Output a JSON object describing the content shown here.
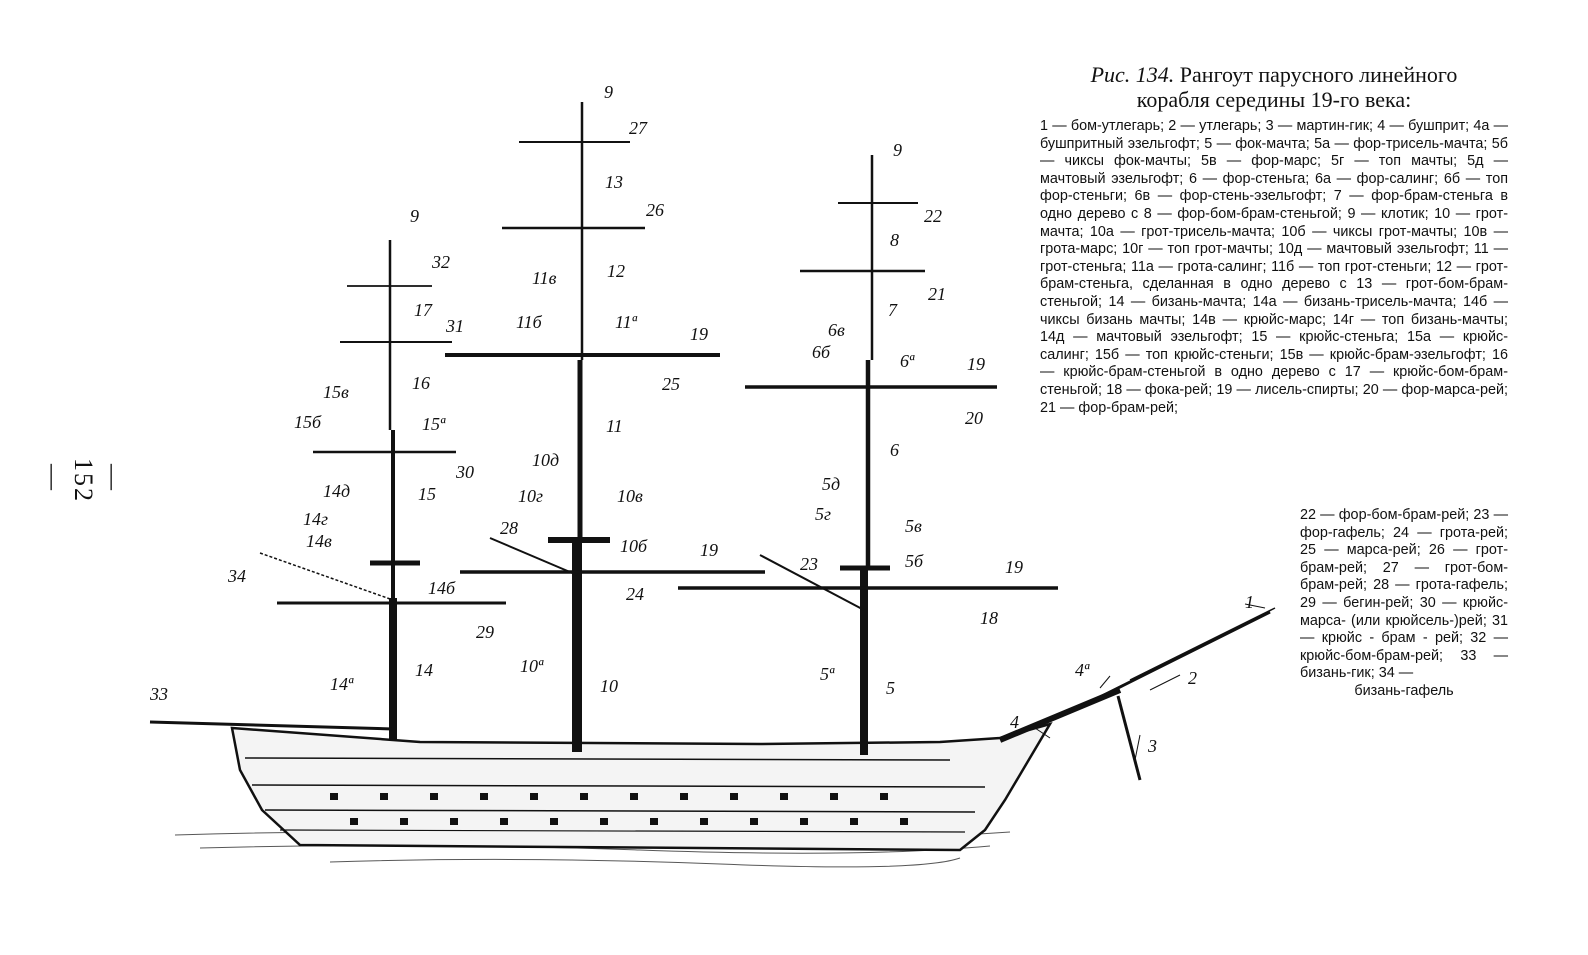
{
  "page": {
    "number": "— 152 —"
  },
  "caption": {
    "prefix": "Рис. 134.",
    "title_line1": "Рангоут парусного линейного",
    "title_line2": "корабля середины 19-го века:",
    "legend_main": "1 — бом-утлегарь; 2 — утлегарь; 3 — мартин-гик; 4 — бушприт; 4а — бушпритный эзельгофт; 5 — фок-мачта; 5а — фор-трисель-мачта; 5б — чиксы фок-мачты; 5в — фор-марс; 5г — топ мачты; 5д — мачтовый эзельгофт; 6 — фор-стеньга; 6а — фор-салинг; 6б — топ фор-стеньги; 6в — фор-стень-эзельгофт; 7 — фор-брам-стеньга в одно дерево с 8 — фор-бом-брам-стеньгой; 9 — клотик; 10 — грот-мачта; 10а — грот-трисель-мачта; 10б — чиксы грот-мачты; 10в — грота-марс; 10г — топ грот-мачты; 10д — мачтовый эзельгофт; 11 — грот-стеньга; 11а — грота-салинг; 11б — топ грот-стеньги; 12 — грот-брам-стеньга, сделанная в одно дерево с 13 — грот-бом-брам-стеньгой; 14 — бизань-мачта; 14а — бизань-трисель-мачта; 14б — чиксы бизань мачты; 14в — крюйс-марс; 14г — топ бизань-мачты; 14д — мачтовый эзельгофт; 15 — крюйс-стеньга; 15а — крюйс-салинг; 15б — топ крюйс-стеньги; 15в — крюйс-брам-эзельгофт; 16 — крюйс-брам-стеньгой в одно дерево с 17 — крюйс-бом-брам-стеньгой; 18 — фока-рей; 19 — лисель-спирты; 20 — фор-марса-рей; 21 — фор-брам-рей;",
    "legend_tail": "22 — фор-бом-брам-рей; 23 — фор-гафель; 24 — грота-рей; 25 — марса-рей; 26 — грот-брам-рей; 27 — грот-бом-брам-рей; 28 — грота-гафель; 29 — бегин-рей; 30 — крюйс-марса- (или крюйсель-)рей; 31 — крюйс - брам - рей; 32 — крюйс-бом-брам-рей; 33 — бизань-гик; 34 —",
    "legend_last": "бизань-гафель"
  },
  "callouts": {
    "n1": "1",
    "n2": "2",
    "n3": "3",
    "n4": "4",
    "n4a": "4ª",
    "n5": "5",
    "n5a": "5ª",
    "n5b": "5б",
    "n5v": "5в",
    "n5g": "5г",
    "n5d": "5д",
    "n6": "6",
    "n6a": "6ª",
    "n6b": "6б",
    "n6v": "6в",
    "n7": "7",
    "n8": "8",
    "n9a": "9",
    "n9b": "9",
    "n9c": "9",
    "n10": "10",
    "n10a": "10ª",
    "n10b": "10б",
    "n10v": "10в",
    "n10g": "10г",
    "n10d": "10д",
    "n11": "11",
    "n11a": "11ª",
    "n11b": "11б",
    "n11v": "11в",
    "n12": "12",
    "n13": "13",
    "n14": "14",
    "n14a": "14ª",
    "n14b": "14б",
    "n14v": "14в",
    "n14g": "14г",
    "n14d": "14д",
    "n15": "15",
    "n15a": "15ª",
    "n15b": "15б",
    "n15v": "15в",
    "n16": "16",
    "n17": "17",
    "n18": "18",
    "n19a": "19",
    "n19b": "19",
    "n19c": "19",
    "n19d": "19",
    "n20": "20",
    "n21": "21",
    "n22": "22",
    "n23": "23",
    "n24": "24",
    "n25": "25",
    "n26": "26",
    "n27": "27",
    "n28": "28",
    "n29": "29",
    "n30": "30",
    "n31": "31",
    "n32": "32",
    "n33": "33",
    "n34": "34"
  }
}
